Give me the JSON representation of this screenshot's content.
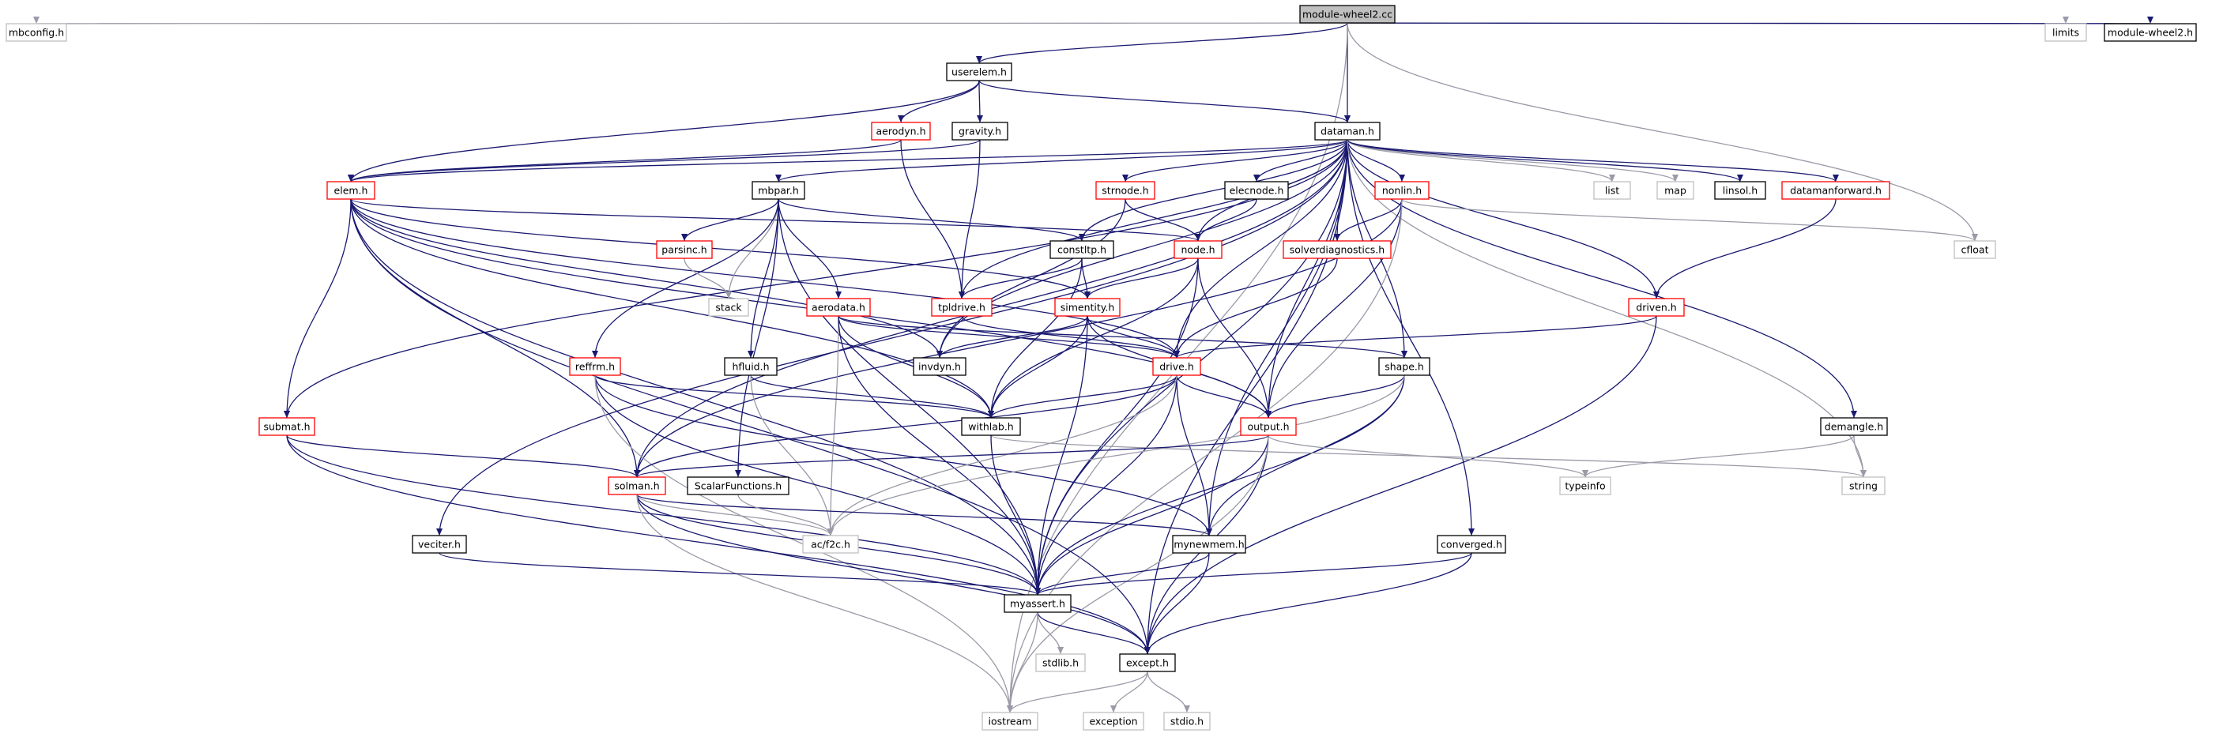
{
  "colors": {
    "edge": "#191970",
    "edge_system": "#9a9aa8",
    "root_fill": "#bfbfbf",
    "normal_border": "#000000",
    "truncated_border": "#ff0000",
    "system_border": "#bfbfbf"
  },
  "nodes": [
    {
      "id": "module-wheel2.cc",
      "label": "module-wheel2.cc",
      "kind": "root"
    },
    {
      "id": "mbconfig.h",
      "label": "mbconfig.h",
      "kind": "system"
    },
    {
      "id": "userelem.h",
      "label": "userelem.h",
      "kind": "normal"
    },
    {
      "id": "limits",
      "label": "limits",
      "kind": "system"
    },
    {
      "id": "module-wheel2.h",
      "label": "module-wheel2.h",
      "kind": "normal"
    },
    {
      "id": "aerodyn.h",
      "label": "aerodyn.h",
      "kind": "truncated"
    },
    {
      "id": "gravity.h",
      "label": "gravity.h",
      "kind": "normal"
    },
    {
      "id": "dataman.h",
      "label": "dataman.h",
      "kind": "normal"
    },
    {
      "id": "elem.h",
      "label": "elem.h",
      "kind": "truncated"
    },
    {
      "id": "mbpar.h",
      "label": "mbpar.h",
      "kind": "normal"
    },
    {
      "id": "strnode.h",
      "label": "strnode.h",
      "kind": "truncated"
    },
    {
      "id": "elecnode.h",
      "label": "elecnode.h",
      "kind": "normal"
    },
    {
      "id": "nonlin.h",
      "label": "nonlin.h",
      "kind": "truncated"
    },
    {
      "id": "list",
      "label": "list",
      "kind": "system"
    },
    {
      "id": "map",
      "label": "map",
      "kind": "system"
    },
    {
      "id": "linsol.h",
      "label": "linsol.h",
      "kind": "normal"
    },
    {
      "id": "datamanforward.h",
      "label": "datamanforward.h",
      "kind": "truncated"
    },
    {
      "id": "cfloat",
      "label": "cfloat",
      "kind": "system"
    },
    {
      "id": "parsinc.h",
      "label": "parsinc.h",
      "kind": "truncated"
    },
    {
      "id": "constltp.h",
      "label": "constltp.h",
      "kind": "normal"
    },
    {
      "id": "node.h",
      "label": "node.h",
      "kind": "truncated"
    },
    {
      "id": "solverdiagnostics.h",
      "label": "solverdiagnostics.h",
      "kind": "truncated"
    },
    {
      "id": "stack",
      "label": "stack",
      "kind": "system"
    },
    {
      "id": "aerodata.h",
      "label": "aerodata.h",
      "kind": "truncated"
    },
    {
      "id": "tpldrive.h",
      "label": "tpldrive.h",
      "kind": "truncated"
    },
    {
      "id": "simentity.h",
      "label": "simentity.h",
      "kind": "truncated"
    },
    {
      "id": "driven.h",
      "label": "driven.h",
      "kind": "truncated"
    },
    {
      "id": "hfluid.h",
      "label": "hfluid.h",
      "kind": "normal"
    },
    {
      "id": "invdyn.h",
      "label": "invdyn.h",
      "kind": "normal"
    },
    {
      "id": "reffrm.h",
      "label": "reffrm.h",
      "kind": "truncated"
    },
    {
      "id": "drive.h",
      "label": "drive.h",
      "kind": "truncated"
    },
    {
      "id": "shape.h",
      "label": "shape.h",
      "kind": "normal"
    },
    {
      "id": "submat.h",
      "label": "submat.h",
      "kind": "truncated"
    },
    {
      "id": "withlab.h",
      "label": "withlab.h",
      "kind": "normal"
    },
    {
      "id": "output.h",
      "label": "output.h",
      "kind": "truncated"
    },
    {
      "id": "demangle.h",
      "label": "demangle.h",
      "kind": "normal"
    },
    {
      "id": "solman.h",
      "label": "solman.h",
      "kind": "truncated"
    },
    {
      "id": "ScalarFunctions.h",
      "label": "ScalarFunctions.h",
      "kind": "normal"
    },
    {
      "id": "typeinfo",
      "label": "typeinfo",
      "kind": "system"
    },
    {
      "id": "string",
      "label": "string",
      "kind": "system"
    },
    {
      "id": "ac/f2c.h",
      "label": "ac/f2c.h",
      "kind": "system"
    },
    {
      "id": "veciter.h",
      "label": "veciter.h",
      "kind": "normal"
    },
    {
      "id": "mynewmem.h",
      "label": "mynewmem.h",
      "kind": "normal"
    },
    {
      "id": "converged.h",
      "label": "converged.h",
      "kind": "normal"
    },
    {
      "id": "myassert.h",
      "label": "myassert.h",
      "kind": "normal"
    },
    {
      "id": "stdlib.h",
      "label": "stdlib.h",
      "kind": "system"
    },
    {
      "id": "except.h",
      "label": "except.h",
      "kind": "normal"
    },
    {
      "id": "iostream",
      "label": "iostream",
      "kind": "system"
    },
    {
      "id": "exception",
      "label": "exception",
      "kind": "system"
    },
    {
      "id": "stdio.h",
      "label": "stdio.h",
      "kind": "system"
    }
  ],
  "edges": [
    [
      "module-wheel2.cc",
      "mbconfig.h"
    ],
    [
      "module-wheel2.cc",
      "userelem.h"
    ],
    [
      "module-wheel2.cc",
      "dataman.h"
    ],
    [
      "module-wheel2.cc",
      "limits"
    ],
    [
      "module-wheel2.cc",
      "module-wheel2.h"
    ],
    [
      "module-wheel2.cc",
      "iostream"
    ],
    [
      "module-wheel2.cc",
      "cfloat"
    ],
    [
      "userelem.h",
      "aerodyn.h"
    ],
    [
      "userelem.h",
      "gravity.h"
    ],
    [
      "userelem.h",
      "dataman.h"
    ],
    [
      "userelem.h",
      "elem.h"
    ],
    [
      "aerodyn.h",
      "elem.h"
    ],
    [
      "aerodyn.h",
      "tpldrive.h"
    ],
    [
      "gravity.h",
      "tpldrive.h"
    ],
    [
      "gravity.h",
      "elem.h"
    ],
    [
      "dataman.h",
      "elem.h"
    ],
    [
      "dataman.h",
      "mbpar.h"
    ],
    [
      "dataman.h",
      "strnode.h"
    ],
    [
      "dataman.h",
      "elecnode.h"
    ],
    [
      "dataman.h",
      "nonlin.h"
    ],
    [
      "dataman.h",
      "list"
    ],
    [
      "dataman.h",
      "map"
    ],
    [
      "dataman.h",
      "linsol.h"
    ],
    [
      "dataman.h",
      "datamanforward.h"
    ],
    [
      "dataman.h",
      "node.h"
    ],
    [
      "dataman.h",
      "solverdiagnostics.h"
    ],
    [
      "dataman.h",
      "constltp.h"
    ],
    [
      "dataman.h",
      "tpldrive.h"
    ],
    [
      "dataman.h",
      "invdyn.h"
    ],
    [
      "dataman.h",
      "drive.h"
    ],
    [
      "dataman.h",
      "driven.h"
    ],
    [
      "dataman.h",
      "shape.h"
    ],
    [
      "dataman.h",
      "output.h"
    ],
    [
      "dataman.h",
      "solman.h"
    ],
    [
      "dataman.h",
      "submat.h"
    ],
    [
      "dataman.h",
      "veciter.h"
    ],
    [
      "dataman.h",
      "myassert.h"
    ],
    [
      "dataman.h",
      "except.h"
    ],
    [
      "dataman.h",
      "converged.h"
    ],
    [
      "dataman.h",
      "demangle.h"
    ],
    [
      "dataman.h",
      "mynewmem.h"
    ],
    [
      "dataman.h",
      "string"
    ],
    [
      "elem.h",
      "node.h"
    ],
    [
      "elem.h",
      "simentity.h"
    ],
    [
      "elem.h",
      "invdyn.h"
    ],
    [
      "elem.h",
      "withlab.h"
    ],
    [
      "elem.h",
      "output.h"
    ],
    [
      "elem.h",
      "solman.h"
    ],
    [
      "elem.h",
      "submat.h"
    ],
    [
      "elem.h",
      "myassert.h"
    ],
    [
      "elem.h",
      "except.h"
    ],
    [
      "elem.h",
      "drive.h"
    ],
    [
      "mbpar.h",
      "parsinc.h"
    ],
    [
      "mbpar.h",
      "stack"
    ],
    [
      "mbpar.h",
      "aerodata.h"
    ],
    [
      "mbpar.h",
      "hfluid.h"
    ],
    [
      "mbpar.h",
      "reffrm.h"
    ],
    [
      "mbpar.h",
      "constltp.h"
    ],
    [
      "mbpar.h",
      "ScalarFunctions.h"
    ],
    [
      "mbpar.h",
      "myassert.h"
    ],
    [
      "parsinc.h",
      "stack"
    ],
    [
      "strnode.h",
      "node.h"
    ],
    [
      "strnode.h",
      "invdyn.h"
    ],
    [
      "elecnode.h",
      "node.h"
    ],
    [
      "nonlin.h",
      "solverdiagnostics.h"
    ],
    [
      "nonlin.h",
      "cfloat"
    ],
    [
      "nonlin.h",
      "output.h"
    ],
    [
      "nonlin.h",
      "solman.h"
    ],
    [
      "nonlin.h",
      "iostream"
    ],
    [
      "datamanforward.h",
      "driven.h"
    ],
    [
      "solverdiagnostics.h",
      "drive.h"
    ],
    [
      "constltp.h",
      "simentity.h"
    ],
    [
      "constltp.h",
      "tpldrive.h"
    ],
    [
      "constltp.h",
      "withlab.h"
    ],
    [
      "node.h",
      "simentity.h"
    ],
    [
      "node.h",
      "output.h"
    ],
    [
      "node.h",
      "withlab.h"
    ],
    [
      "node.h",
      "myassert.h"
    ],
    [
      "aerodata.h",
      "drive.h"
    ],
    [
      "aerodata.h",
      "shape.h"
    ],
    [
      "aerodata.h",
      "withlab.h"
    ],
    [
      "aerodata.h",
      "ac/f2c.h"
    ],
    [
      "aerodata.h",
      "myassert.h"
    ],
    [
      "tpldrive.h",
      "drive.h"
    ],
    [
      "simentity.h",
      "drive.h"
    ],
    [
      "simentity.h",
      "invdyn.h"
    ],
    [
      "simentity.h",
      "output.h"
    ],
    [
      "simentity.h",
      "withlab.h"
    ],
    [
      "simentity.h",
      "myassert.h"
    ],
    [
      "driven.h",
      "drive.h"
    ],
    [
      "driven.h",
      "except.h"
    ],
    [
      "hfluid.h",
      "withlab.h"
    ],
    [
      "hfluid.h",
      "ac/f2c.h"
    ],
    [
      "reffrm.h",
      "withlab.h"
    ],
    [
      "reffrm.h",
      "mynewmem.h"
    ],
    [
      "reffrm.h",
      "myassert.h"
    ],
    [
      "reffrm.h",
      "iostream"
    ],
    [
      "drive.h",
      "withlab.h"
    ],
    [
      "drive.h",
      "output.h"
    ],
    [
      "drive.h",
      "solman.h"
    ],
    [
      "drive.h",
      "mynewmem.h"
    ],
    [
      "drive.h",
      "myassert.h"
    ],
    [
      "drive.h",
      "ac/f2c.h"
    ],
    [
      "shape.h",
      "output.h"
    ],
    [
      "shape.h",
      "mynewmem.h"
    ],
    [
      "shape.h",
      "myassert.h"
    ],
    [
      "shape.h",
      "ac/f2c.h"
    ],
    [
      "submat.h",
      "solman.h"
    ],
    [
      "submat.h",
      "myassert.h"
    ],
    [
      "submat.h",
      "except.h"
    ],
    [
      "withlab.h",
      "string"
    ],
    [
      "withlab.h",
      "myassert.h"
    ],
    [
      "output.h",
      "solman.h"
    ],
    [
      "output.h",
      "typeinfo"
    ],
    [
      "output.h",
      "myassert.h"
    ],
    [
      "output.h",
      "except.h"
    ],
    [
      "output.h",
      "iostream"
    ],
    [
      "demangle.h",
      "typeinfo"
    ],
    [
      "demangle.h",
      "string"
    ],
    [
      "solman.h",
      "ac/f2c.h"
    ],
    [
      "solman.h",
      "mynewmem.h"
    ],
    [
      "solman.h",
      "myassert.h"
    ],
    [
      "solman.h",
      "except.h"
    ],
    [
      "solman.h",
      "iostream"
    ],
    [
      "ScalarFunctions.h",
      "ac/f2c.h"
    ],
    [
      "veciter.h",
      "myassert.h"
    ],
    [
      "mynewmem.h",
      "myassert.h"
    ],
    [
      "mynewmem.h",
      "except.h"
    ],
    [
      "converged.h",
      "myassert.h"
    ],
    [
      "converged.h",
      "except.h"
    ],
    [
      "myassert.h",
      "stdlib.h"
    ],
    [
      "myassert.h",
      "except.h"
    ],
    [
      "myassert.h",
      "iostream"
    ],
    [
      "except.h",
      "exception"
    ],
    [
      "except.h",
      "stdio.h"
    ],
    [
      "except.h",
      "iostream"
    ]
  ]
}
